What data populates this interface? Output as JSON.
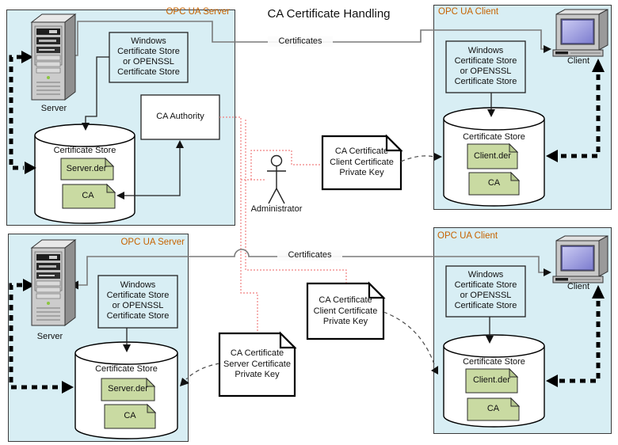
{
  "diagram_title": "CA Certificate Handling",
  "connections": {
    "top_certificates_label": "Certificates",
    "bottom_certificates_label": "Certificates"
  },
  "administrator_label": "Administrator",
  "external_documents": {
    "top_client_key_doc": "CA Certificate\nClient Certificate\nPrivate Key",
    "server_key_doc": "CA Certificate\nServer Certificate\nPrivate Key",
    "bottom_client_key_doc": "CA Certificate\nClient Certificate\nPrivate Key"
  },
  "quadrants": {
    "top_left": {
      "title": "OPC UA Server",
      "machine_label": "Server",
      "store_box": "Windows\nCertificate Store\nor OPENSSL\nCertificate Store",
      "ca_authority_label": "CA Authority",
      "cylinder_label": "Certificate Store",
      "docs": [
        {
          "label": "Server.der"
        },
        {
          "label": "CA"
        }
      ]
    },
    "top_right": {
      "title": "OPC UA Client",
      "machine_label": "Client",
      "store_box": "Windows\nCertificate Store\nor OPENSSL\nCertificate Store",
      "cylinder_label": "Certificate Store",
      "docs": [
        {
          "label": "Client.der"
        },
        {
          "label": "CA"
        }
      ]
    },
    "bottom_left": {
      "title": "OPC UA Server",
      "machine_label": "Server",
      "store_box": "Windows\nCertificate Store\nor OPENSSL\nCertificate Store",
      "cylinder_label": "Certificate Store",
      "docs": [
        {
          "label": "Server.der"
        },
        {
          "label": "CA"
        }
      ]
    },
    "bottom_right": {
      "title": "OPC UA Client",
      "machine_label": "Client",
      "store_box": "Windows\nCertificate Store\nor OPENSSL\nCertificate Store",
      "cylinder_label": "Certificate Store",
      "docs": [
        {
          "label": "Client.der"
        },
        {
          "label": "CA"
        }
      ]
    }
  },
  "icons": {
    "server": "server-tower-icon",
    "client": "desktop-computer-icon",
    "administrator": "person-stick-figure-icon"
  },
  "colors": {
    "quadrant_fill": "#D8EEF4",
    "accent_orange": "#C66300",
    "doc_green": "#C9DAA2",
    "doc_green_fold": "#B5C88E",
    "red_dotted_line": "#F08080",
    "gray_line": "#7A7A7A"
  }
}
